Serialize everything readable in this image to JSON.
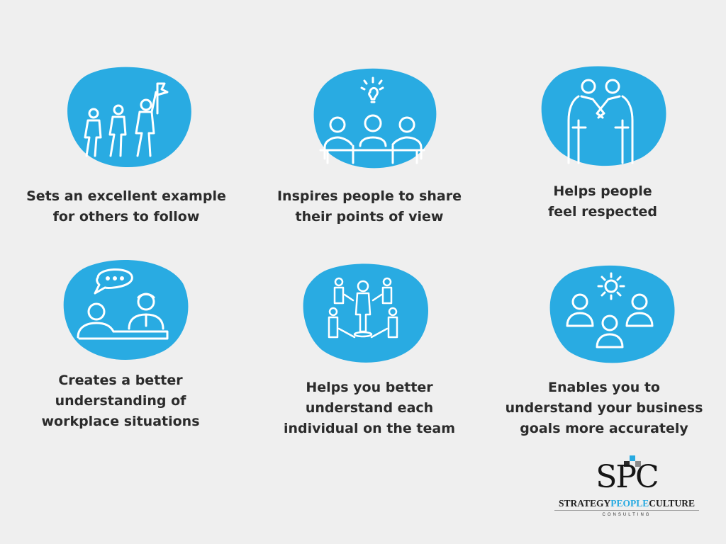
{
  "colors": {
    "blob": "#29abe2",
    "icon_stroke": "#ffffff",
    "text": "#2b2b2b",
    "accent": "#27aae1",
    "background": "#efefef"
  },
  "cards": [
    {
      "icon": "leader-with-flag-icon",
      "caption_lines": [
        "Sets an excellent example",
        "for others to follow"
      ]
    },
    {
      "icon": "team-meeting-idea-icon",
      "caption_lines": [
        "Inspires people to share",
        "their points of view"
      ]
    },
    {
      "icon": "handshake-people-icon",
      "caption_lines": [
        "Helps people",
        "feel respected"
      ]
    },
    {
      "icon": "conversation-icon",
      "caption_lines": [
        "Creates a better",
        "understanding of",
        "workplace situations"
      ]
    },
    {
      "icon": "team-network-icon",
      "caption_lines": [
        "Helps you better",
        "understand each",
        "individual on the team"
      ]
    },
    {
      "icon": "team-gear-icon",
      "caption_lines": [
        "Enables you to",
        "understand your business",
        "goals more accurately"
      ]
    }
  ],
  "logo": {
    "monogram": "SPC",
    "strap_part1": "STRATEGY",
    "strap_accent": "PEOPLE",
    "strap_part3": "CULTURE",
    "subtitle": "CONSULTING"
  }
}
